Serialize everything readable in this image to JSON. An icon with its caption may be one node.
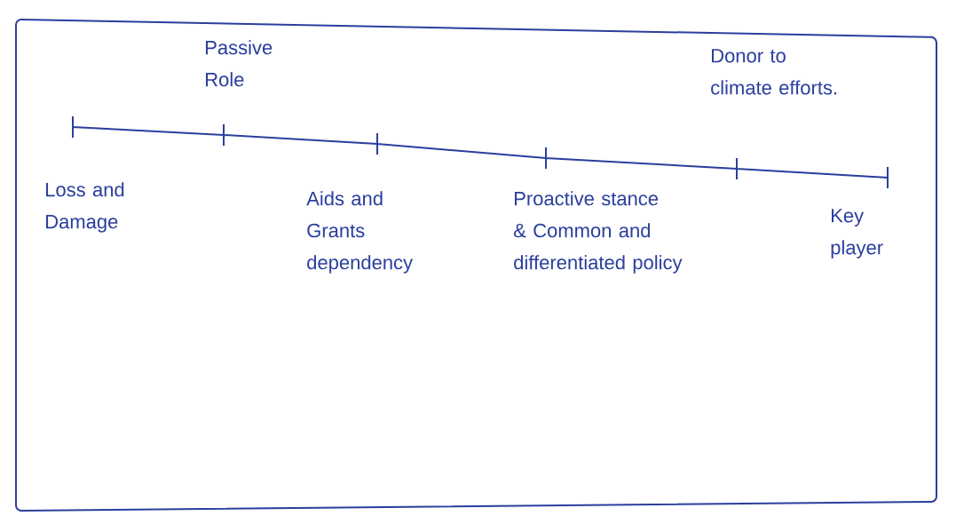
{
  "diagram": {
    "labels": [
      "Passive Role",
      "Donor to climate efforts.",
      "Loss and Damage",
      "Aids and Grants dependency",
      "Proactive stance & Common and differentiated policy",
      "Key player"
    ]
  }
}
